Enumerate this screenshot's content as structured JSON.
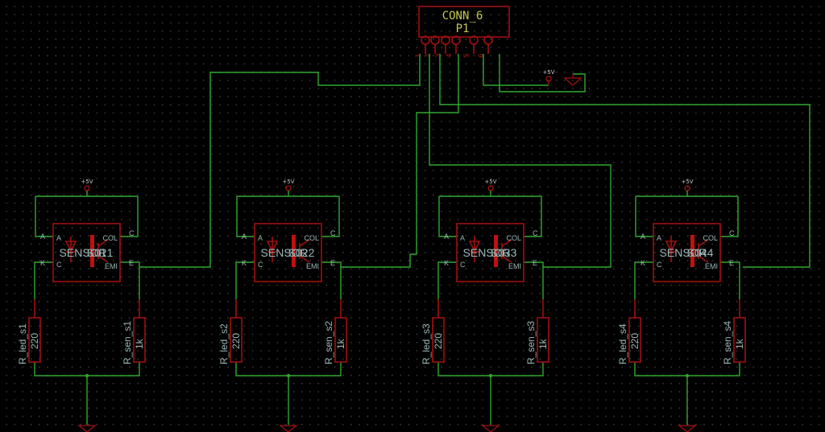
{
  "connector": {
    "name": "CONN_6",
    "ref": "P1",
    "pins": [
      "1",
      "2",
      "3",
      "4",
      "5",
      "6"
    ]
  },
  "power_label": "+5V",
  "sensors": [
    {
      "ref": "SENSOR1",
      "value": "S01",
      "pin_a": "A",
      "pin_k": "K",
      "pin_col": "COL",
      "pin_emi": "EMI",
      "pin_c_left": "C",
      "pin_c_right": "C",
      "pin_e_right": "E",
      "r_led_ref": "R_led_s1",
      "r_led_val": "220",
      "r_sen_ref": "R_sen_s1",
      "r_sen_val": "1k"
    },
    {
      "ref": "SENSOR2",
      "value": "S02",
      "pin_a": "A",
      "pin_k": "K",
      "pin_col": "COL",
      "pin_emi": "EMI",
      "pin_c_left": "C",
      "pin_c_right": "C",
      "pin_e_right": "E",
      "r_led_ref": "R_led_s2",
      "r_led_val": "220",
      "r_sen_ref": "R_sen_s2",
      "r_sen_val": "1k"
    },
    {
      "ref": "SENSOR3",
      "value": "S03",
      "pin_a": "A",
      "pin_k": "K",
      "pin_col": "COL",
      "pin_emi": "EMI",
      "pin_c_left": "C",
      "pin_c_right": "C",
      "pin_e_right": "E",
      "r_led_ref": "R_led_s3",
      "r_led_val": "220",
      "r_sen_ref": "R_sen_s3",
      "r_sen_val": "1k"
    },
    {
      "ref": "SENSOR4",
      "value": "S04",
      "pin_a": "A",
      "pin_k": "K",
      "pin_col": "COL",
      "pin_emi": "EMI",
      "pin_c_left": "C",
      "pin_c_right": "C",
      "pin_e_right": "E",
      "r_led_ref": "R_led_s4",
      "r_led_val": "220",
      "r_sen_ref": "R_sen_s4",
      "r_sen_val": "1k"
    }
  ],
  "colors": {
    "background": "#000000",
    "wire": "#2fa82f",
    "component": "#a01010",
    "label": "#9ab7b7",
    "part_text": "#c7c74a"
  }
}
